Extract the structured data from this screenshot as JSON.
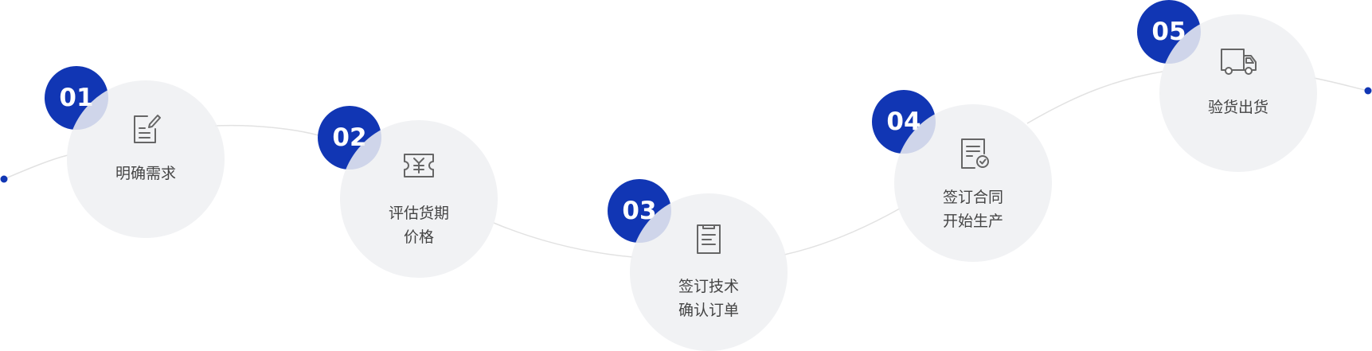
{
  "colors": {
    "accent": "#1136b4",
    "disc": "#eff0f2",
    "line": "#e2e2e2",
    "text": "#444444",
    "icon": "#666666"
  },
  "steps": [
    {
      "number": "01",
      "icon": "edit-document-icon",
      "lines": [
        "明确需求"
      ]
    },
    {
      "number": "02",
      "icon": "yuan-ticket-icon",
      "lines": [
        "评估货期",
        "价格"
      ]
    },
    {
      "number": "03",
      "icon": "clipboard-icon",
      "lines": [
        "签订技术",
        "确认订单"
      ]
    },
    {
      "number": "04",
      "icon": "document-check-icon",
      "lines": [
        "签订合同",
        "开始生产"
      ]
    },
    {
      "number": "05",
      "icon": "truck-icon",
      "lines": [
        "验货出货"
      ]
    }
  ]
}
